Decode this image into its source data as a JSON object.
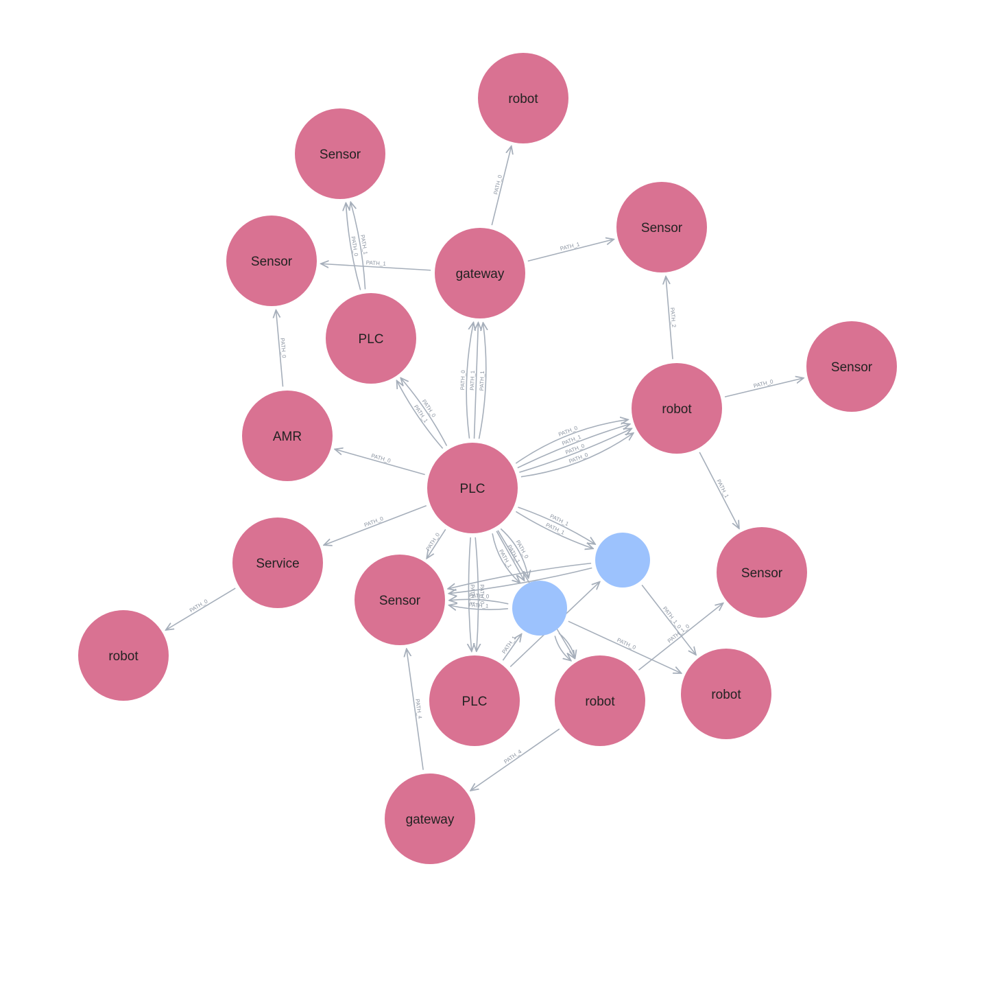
{
  "graph": {
    "node_color": "#d97292",
    "unlabeled_node_color": "#9cc2fd",
    "edge_color": "#a5aeba",
    "nodes": [
      {
        "id": "n_robot_top",
        "label": "robot"
      },
      {
        "id": "n_sensor_top",
        "label": "Sensor"
      },
      {
        "id": "n_sensor_left",
        "label": "Sensor"
      },
      {
        "id": "n_gateway",
        "label": "gateway"
      },
      {
        "id": "n_sensor_right",
        "label": "Sensor"
      },
      {
        "id": "n_plc_upper",
        "label": "PLC"
      },
      {
        "id": "n_sensor_far_right",
        "label": "Sensor"
      },
      {
        "id": "n_robot_right",
        "label": "robot"
      },
      {
        "id": "n_amr",
        "label": "AMR"
      },
      {
        "id": "n_plc_center",
        "label": "PLC"
      },
      {
        "id": "n_service",
        "label": "Service"
      },
      {
        "id": "n_sensor_lower_right",
        "label": "Sensor"
      },
      {
        "id": "n_sensor_center",
        "label": "Sensor"
      },
      {
        "id": "n_robot_left",
        "label": "robot"
      },
      {
        "id": "n_blue_a",
        "label": ""
      },
      {
        "id": "n_blue_b",
        "label": ""
      },
      {
        "id": "n_plc_lower",
        "label": "PLC"
      },
      {
        "id": "n_robot_lower",
        "label": "robot"
      },
      {
        "id": "n_robot_lower_right",
        "label": "robot"
      },
      {
        "id": "n_gateway_bottom",
        "label": "gateway"
      }
    ],
    "edges": [
      {
        "from": "n_gateway",
        "to": "n_robot_top",
        "label": "PATH_0"
      },
      {
        "from": "n_gateway",
        "to": "n_sensor_right",
        "label": "PATH_1"
      },
      {
        "from": "n_gateway",
        "to": "n_sensor_left",
        "label": "PATH_1"
      },
      {
        "from": "n_plc_upper",
        "to": "n_sensor_top",
        "label": "PATH_0"
      },
      {
        "from": "n_plc_upper",
        "to": "n_sensor_top",
        "label": "PATH_1"
      },
      {
        "from": "n_amr",
        "to": "n_sensor_left",
        "label": "PATH_0"
      },
      {
        "from": "n_plc_center",
        "to": "n_gateway",
        "label": "PATH_0"
      },
      {
        "from": "n_plc_center",
        "to": "n_gateway",
        "label": "PATH_1"
      },
      {
        "from": "n_plc_center",
        "to": "n_gateway",
        "label": "PATH_1"
      },
      {
        "from": "n_plc_center",
        "to": "n_plc_upper",
        "label": "PATH_1"
      },
      {
        "from": "n_plc_center",
        "to": "n_plc_upper",
        "label": "PATH_0"
      },
      {
        "from": "n_plc_center",
        "to": "n_amr",
        "label": "PATH_0"
      },
      {
        "from": "n_plc_center",
        "to": "n_robot_right",
        "label": "PATH_0"
      },
      {
        "from": "n_plc_center",
        "to": "n_robot_right",
        "label": "PATH_1"
      },
      {
        "from": "n_plc_center",
        "to": "n_robot_right",
        "label": "PATH_0"
      },
      {
        "from": "n_plc_center",
        "to": "n_robot_right",
        "label": "PATH_0"
      },
      {
        "from": "n_robot_right",
        "to": "n_sensor_right",
        "label": "PATH_2"
      },
      {
        "from": "n_robot_right",
        "to": "n_sensor_far_right",
        "label": "PATH_0"
      },
      {
        "from": "n_robot_right",
        "to": "n_sensor_lower_right",
        "label": "PATH_1"
      },
      {
        "from": "n_plc_center",
        "to": "n_service",
        "label": "PATH_0"
      },
      {
        "from": "n_service",
        "to": "n_robot_left",
        "label": "PATH_0"
      },
      {
        "from": "n_plc_center",
        "to": "n_blue_a",
        "label": "PATH_1"
      },
      {
        "from": "n_plc_center",
        "to": "n_blue_a",
        "label": "PATH_1"
      },
      {
        "from": "n_blue_a",
        "to": "n_sensor_center",
        "label": ""
      },
      {
        "from": "n_blue_a",
        "to": "n_sensor_center",
        "label": ""
      },
      {
        "from": "n_blue_a",
        "to": "n_robot_lower_right",
        "label": "PATH_1_0"
      },
      {
        "from": "n_plc_center",
        "to": "n_blue_b",
        "label": "PATH_0"
      },
      {
        "from": "n_plc_center",
        "to": "n_blue_b",
        "label": "PATH_1"
      },
      {
        "from": "n_plc_center",
        "to": "n_blue_b",
        "label": "PATH_1"
      },
      {
        "from": "n_blue_b",
        "to": "n_sensor_center",
        "label": "PATH_1"
      },
      {
        "from": "n_blue_b",
        "to": "n_sensor_center",
        "label": "PATH_0"
      },
      {
        "from": "n_plc_center",
        "to": "n_sensor_center",
        "label": "PATH_0"
      },
      {
        "from": "n_plc_center",
        "to": "n_plc_lower",
        "label": "PATH_0"
      },
      {
        "from": "n_plc_center",
        "to": "n_plc_lower",
        "label": "PATH_1"
      },
      {
        "from": "n_plc_lower",
        "to": "n_blue_b",
        "label": "PATH_1"
      },
      {
        "from": "n_plc_lower",
        "to": "n_blue_a",
        "label": ""
      },
      {
        "from": "n_blue_b",
        "to": "n_robot_lower",
        "label": ""
      },
      {
        "from": "n_blue_b",
        "to": "n_robot_lower",
        "label": ""
      },
      {
        "from": "n_plc_center",
        "to": "n_robot_lower",
        "label": ""
      },
      {
        "from": "n_blue_b",
        "to": "n_robot_lower_right",
        "label": "PATH_0"
      },
      {
        "from": "n_robot_lower",
        "to": "n_sensor_lower_right",
        "label": "PATH_1_0"
      },
      {
        "from": "n_robot_lower",
        "to": "n_gateway_bottom",
        "label": "PATH_4"
      },
      {
        "from": "n_gateway_bottom",
        "to": "n_sensor_center",
        "label": "PATH_4"
      }
    ]
  }
}
